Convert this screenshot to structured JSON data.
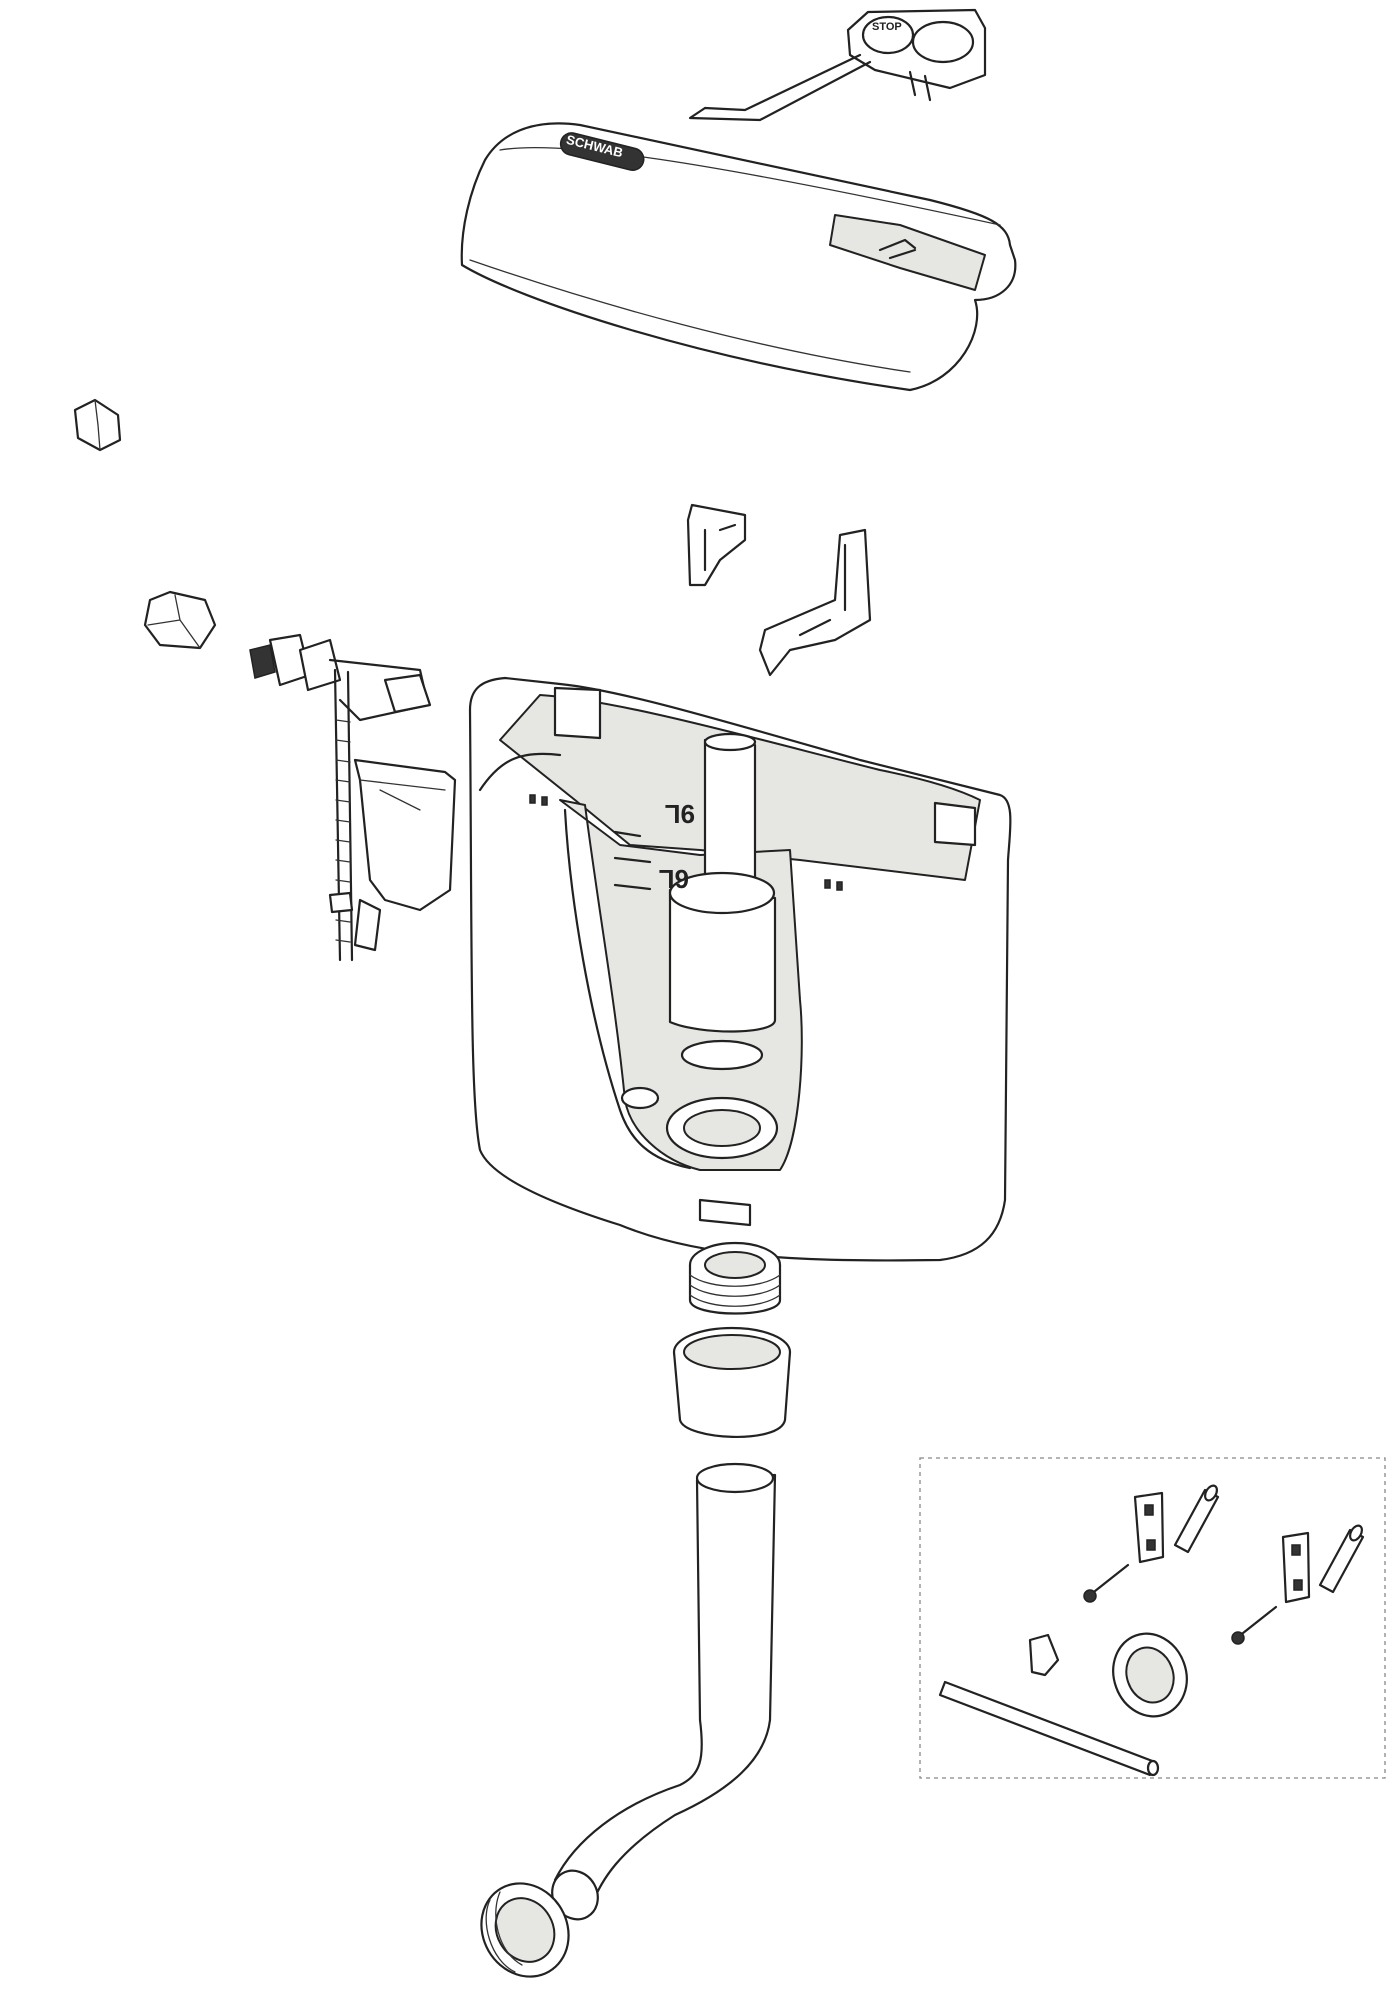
{
  "brand": {
    "logo_text": "SCHWAB"
  },
  "flush_plate": {
    "button_label": "STOP"
  },
  "cistern": {
    "level_high": "9L",
    "level_low": "6L"
  },
  "colors": {
    "line": "#222222",
    "inner_shade": "#e6e6e2",
    "background": "#ffffff"
  }
}
